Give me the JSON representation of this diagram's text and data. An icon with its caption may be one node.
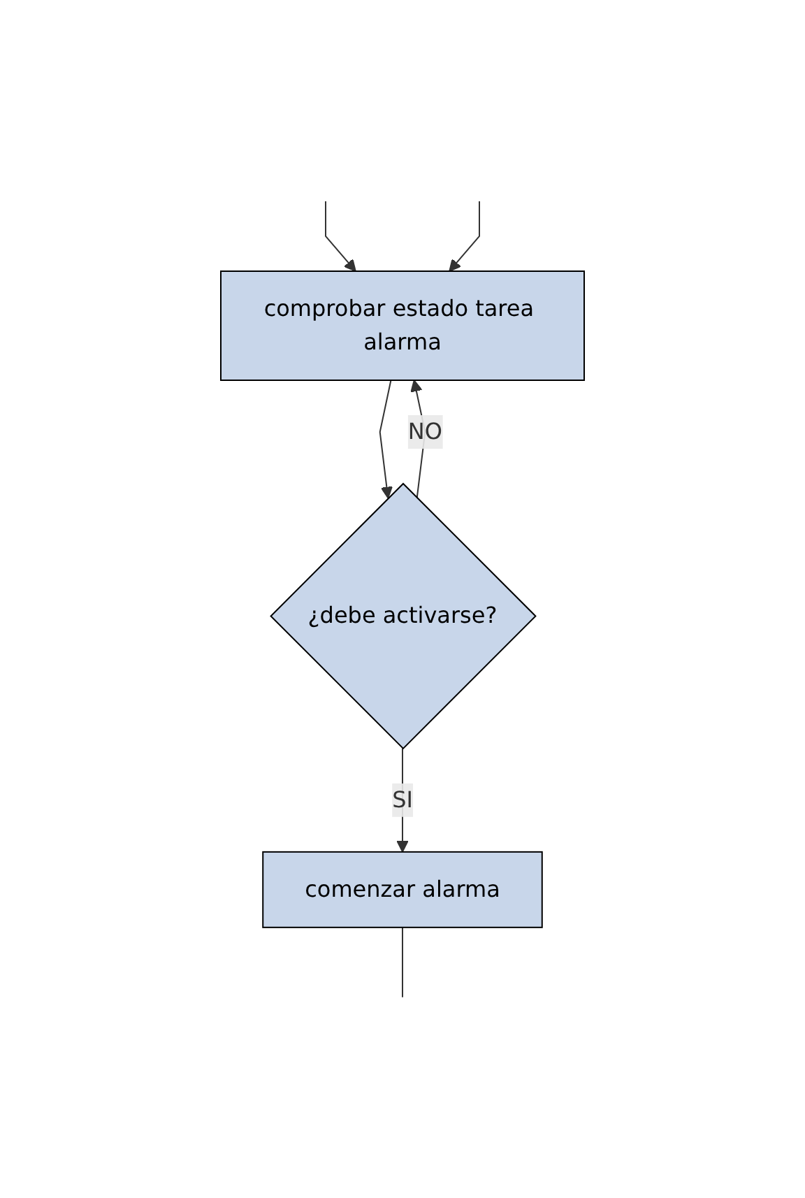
{
  "diagram": {
    "nodes": [
      {
        "text": [
          "comprobar estado tarea alarma"
        ]
      },
      {
        "text": [
          "¿debe activarse?"
        ]
      },
      {
        "text": [
          "comenzar alarma"
        ]
      }
    ],
    "edges": [
      {
        "from": null,
        "to": 0,
        "arrow": "to"
      },
      {
        "from": null,
        "to": 0,
        "arrow": "to"
      },
      {
        "from": 0,
        "to": 1,
        "arrow": "to"
      },
      {
        "from": 1,
        "to": 0,
        "label": "NO",
        "arrow": "to"
      },
      {
        "from": 1,
        "to": 2,
        "label": "SI",
        "arrow": "to"
      },
      {
        "from": 2,
        "to": null,
        "arrow": "none"
      }
    ]
  }
}
